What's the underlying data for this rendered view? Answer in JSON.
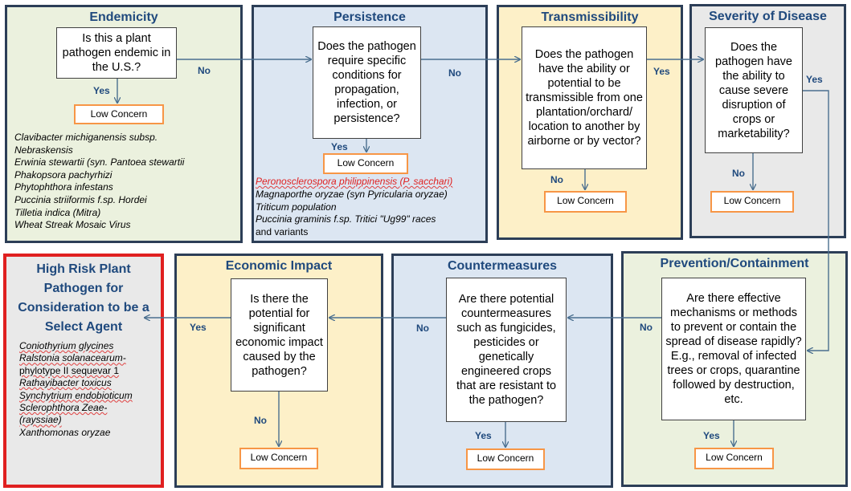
{
  "colors": {
    "green_panel": "#ebf1de",
    "blue_panel": "#dce6f2",
    "yellow_panel": "#fdf0c8",
    "gray_panel": "#e9e9e9",
    "panel_border": "#2c3e57",
    "high_risk_border": "#e02020",
    "low_concern_border": "#f79646",
    "arrow": "#4a6f8f",
    "title_text": "#1f497d"
  },
  "panels": {
    "endemicity": {
      "title": "Endemicity",
      "question": "Is this a plant pathogen endemic in the U.S.?",
      "yes_label": "Yes",
      "low_concern": "Low Concern",
      "pathogens": [
        "Clavibacter michiganensis subsp.",
        "Nebraskensis",
        "Erwinia stewartii (syn. Pantoea stewartii",
        "Phakopsora pachyrhizi",
        "Phytophthora infestans",
        "Puccinia striiformis f.sp. Hordei",
        "Tilletia indica (Mitra)",
        "Wheat Streak Mosaic Virus"
      ]
    },
    "persistence": {
      "title": "Persistence",
      "question": "Does the pathogen require specific conditions for propagation, infection, or persistence?",
      "yes_label": "Yes",
      "low_concern": "Low Concern",
      "pathogens": {
        "p1": "Peronosclerospora philippinensis (P. sacchari)",
        "p2": "Magnaporthe oryzae (syn Pyricularia oryzae)",
        "p3": "Triticum population",
        "p4a": "Puccinia graminis f.sp. Tritici \"Ug99\" races",
        "p4b": "and variants"
      }
    },
    "transmissibility": {
      "title": "Transmissibility",
      "question": "Does the pathogen have the ability or potential to be transmissible from one plantation/orchard/ location to another by airborne or by vector?",
      "no_label": "No",
      "low_concern": "Low Concern"
    },
    "severity": {
      "title": "Severity of Disease",
      "question": "Does the pathogen have the ability to cause severe disruption of crops or marketability?",
      "no_label": "No",
      "low_concern": "Low Concern"
    },
    "prevention": {
      "title": "Prevention/Containment",
      "question": "Are there effective mechanisms or methods to prevent or contain the spread of disease rapidly? E.g., removal of infected trees or crops, quarantine followed by destruction, etc.",
      "yes_label": "Yes",
      "low_concern": "Low Concern"
    },
    "countermeasures": {
      "title": "Countermeasures",
      "question": "Are there potential countermeasures such as fungicides, pesticides or genetically engineered crops that are resistant to the pathogen?",
      "yes_label": "Yes",
      "low_concern": "Low Concern"
    },
    "economic": {
      "title": "Economic Impact",
      "question": "Is there the potential for significant economic impact caused by the pathogen?",
      "no_label": "No",
      "low_concern": "Low Concern"
    },
    "high_risk": {
      "title": "High Risk Plant Pathogen for Consideration to be a Select Agent",
      "pathogens": [
        "Coniothyrium glycines",
        "Ralstonia solanacearum-",
        "phylotype II sequevar 1",
        "Rathayibacter toxicus",
        "Synchytrium endobioticum",
        "Sclerophthora Zeae-",
        "(rayssiae)",
        "Xanthomonas oryzae"
      ]
    }
  },
  "connectors": {
    "endemic_to_persistence": "No",
    "persistence_to_transmissibility": "No",
    "transmissibility_to_severity": "Yes",
    "severity_to_prevention": "Yes",
    "prevention_to_countermeasures": "No",
    "countermeasures_to_economic": "No",
    "economic_to_high_risk": "Yes"
  }
}
